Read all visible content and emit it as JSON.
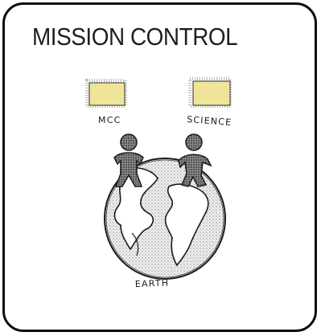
{
  "title": "MISSION CONTROL",
  "labels": {
    "mcc": "MCC",
    "science": "SCIENCE",
    "earth": "EARTH"
  },
  "colors": {
    "screen_fill": "#efe59a",
    "border": "#0c0c0c",
    "ink": "#1a1a1a",
    "stipple": "#9a9a9a"
  },
  "icons": [
    "mcc-screen-icon",
    "science-screen-icon",
    "person-left-icon",
    "person-right-icon",
    "earth-globe-icon"
  ]
}
